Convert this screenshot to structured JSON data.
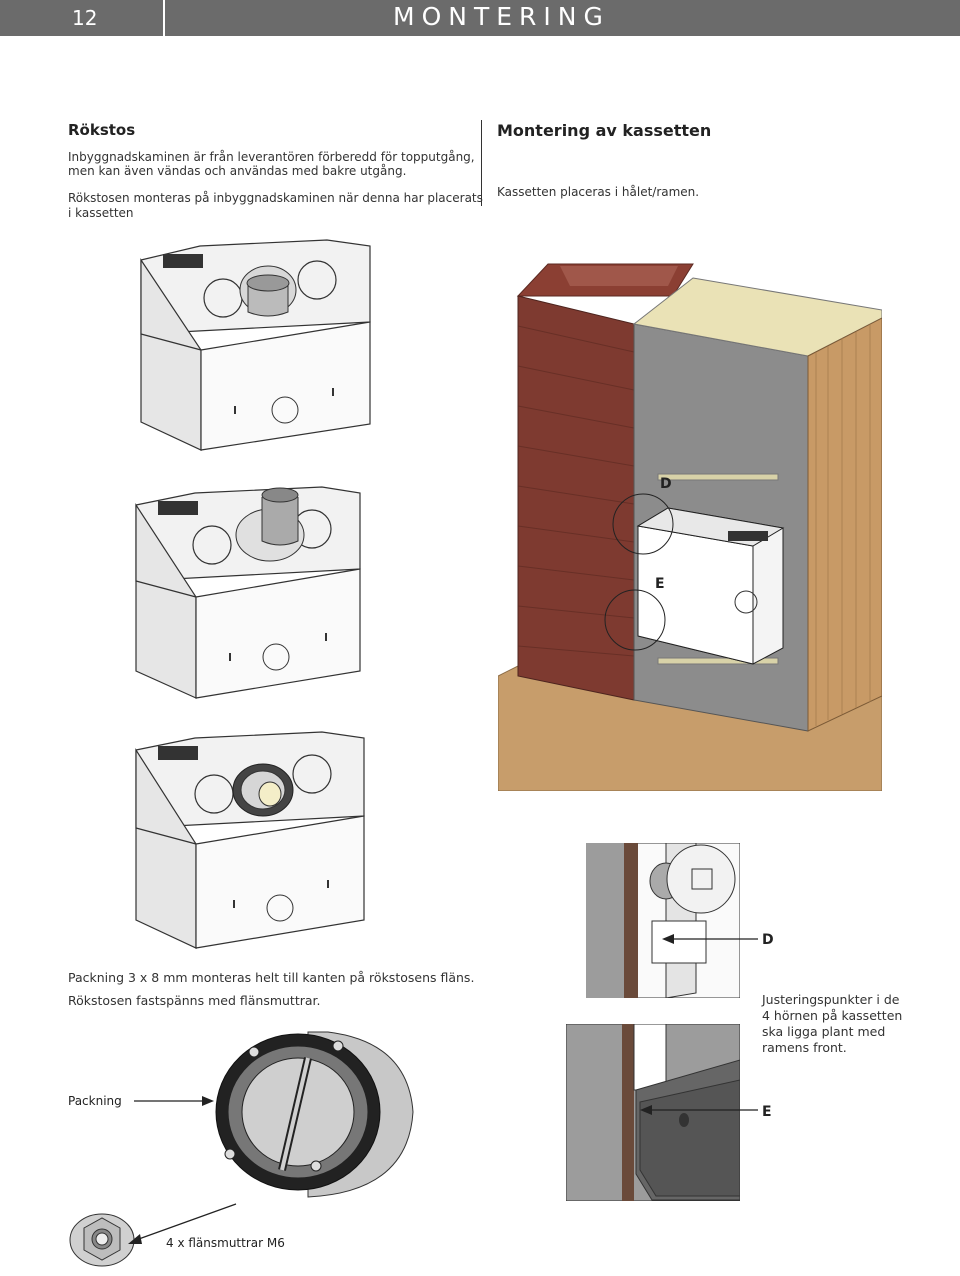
{
  "header": {
    "page_number": "12",
    "title": "MONTERING"
  },
  "left": {
    "heading": "Rökstos",
    "p1_line1": "Inbyggnadskaminen är från leverantören förberedd för topputgång,",
    "p1_line2": "men kan även vändas och användas med bakre utgång.",
    "p2_line1": "Rökstosen monteras på inbyggnadskaminen när denna har placerats",
    "p2_line2": "i kassetten",
    "packing_line1": "Packning 3 x 8 mm monteras helt till kanten på rökstosens fläns.",
    "packing_line2": "Rökstosen fastspänns med flänsmuttrar.",
    "packning_label": "Packning",
    "nuts_label": "4 x flänsmuttrar M6"
  },
  "right": {
    "heading": "Montering av kassetten",
    "p1": "Kassetten placeras i hålet/ramen.",
    "letter_d": "D",
    "letter_e": "E",
    "detail_d": "D",
    "detail_e": "E",
    "note_line1": "Justeringspunkter i de",
    "note_line2": "4 hörnen på kassetten",
    "note_line3": "ska ligga plant med",
    "note_line4": "ramens front."
  }
}
